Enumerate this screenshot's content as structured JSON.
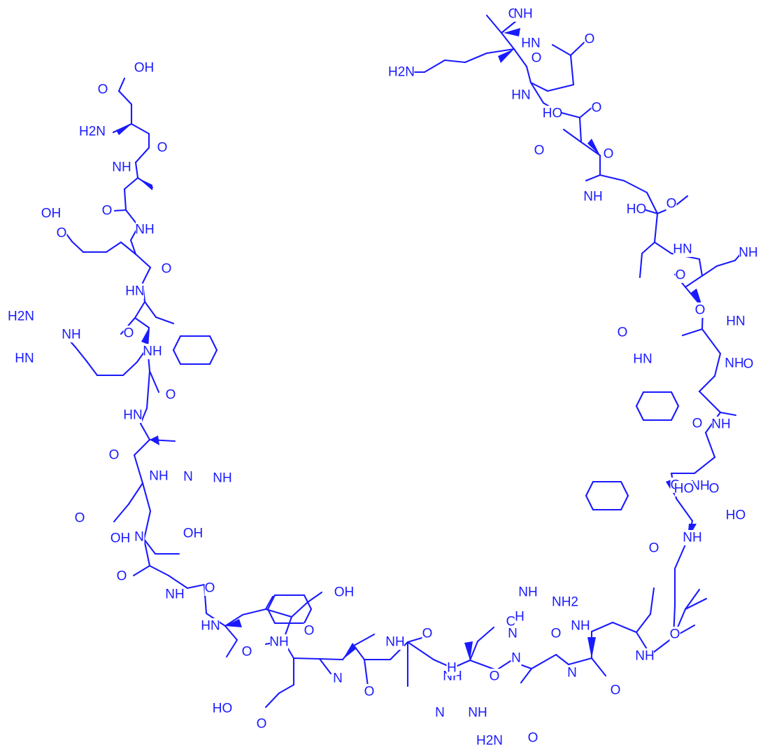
{
  "colors": {
    "ink": "#1a1aff",
    "background": "#ffffff"
  },
  "labels": [
    "OH",
    "O",
    "H2N",
    "NH",
    "O",
    "OH",
    "O",
    "NH",
    "O",
    "HN",
    "O",
    "NH",
    "H2N",
    "NH",
    "HN",
    "O",
    "HN",
    "O",
    "NH",
    "N",
    "NH",
    "O",
    "O",
    "OH",
    "N",
    "OH",
    "O",
    "NH",
    "O",
    "HN",
    "O",
    "NH",
    "OH",
    "O",
    "HO",
    "O",
    "N",
    "O",
    "NH",
    "O",
    "NH",
    "H",
    "O",
    "N",
    "NH",
    "O",
    "N",
    "NH",
    "N",
    "H",
    "O",
    "N",
    "H2N",
    "O",
    "NH",
    "O",
    "NH2",
    "O",
    "NH",
    "O",
    "NH",
    "HO",
    "O",
    "NH",
    "H2N",
    "O",
    "NH",
    "O",
    "HN",
    "O",
    "HN",
    "O",
    "HO",
    "O",
    "O",
    "NH",
    "HO",
    "O",
    "HN",
    "O",
    "NH",
    "O",
    "HN",
    "O",
    "NH",
    "O",
    "HN",
    "O",
    "NH",
    "HO",
    "O"
  ]
}
